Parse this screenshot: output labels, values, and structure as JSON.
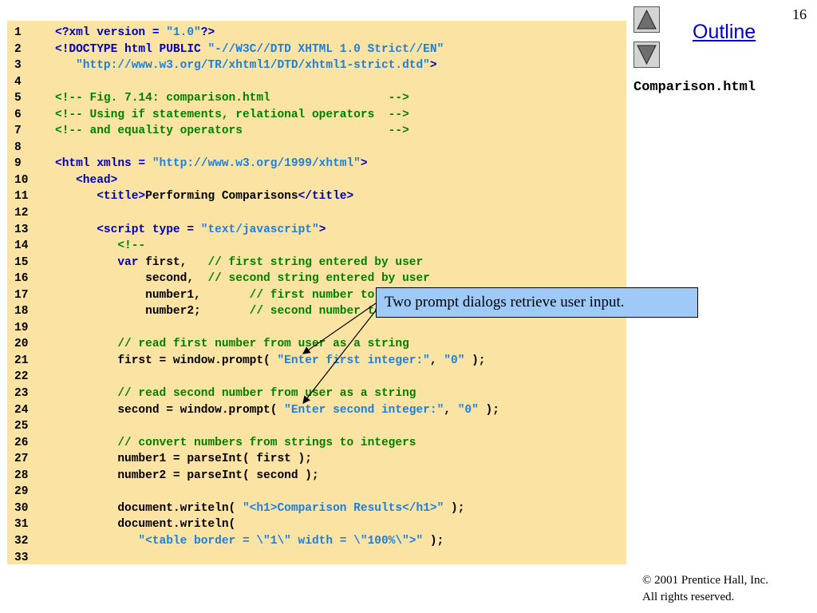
{
  "slide_number": "16",
  "navigation": {
    "outline_label": "Outline",
    "up_icon": "triangle-up-icon",
    "down_icon": "triangle-down-icon"
  },
  "file_name": "Comparison.html",
  "callout_text": "Two prompt dialogs retrieve user input.",
  "copyright": {
    "line1": "© 2001 Prentice Hall, Inc.",
    "line2": "All rights reserved."
  },
  "colors": {
    "panel_bg": "#fbe3a4",
    "keyword": "#0000b4",
    "string": "#1c7fdc",
    "comment": "#008000",
    "callout_bg": "#9fc9f7"
  },
  "code": [
    {
      "n": "1",
      "tokens": [
        [
          "k",
          "<?xml version = "
        ],
        [
          "s",
          "\"1.0\""
        ],
        [
          "k",
          "?>"
        ]
      ]
    },
    {
      "n": "2",
      "tokens": [
        [
          "k",
          "<!DOCTYPE html PUBLIC "
        ],
        [
          "s",
          "\"-//W3C//DTD XHTML 1.0 Strict//EN\""
        ]
      ]
    },
    {
      "n": "3",
      "tokens": [
        [
          "p",
          "   "
        ],
        [
          "s",
          "\"http://www.w3.org/TR/xhtml1/DTD/xhtml1-strict.dtd\""
        ],
        [
          "k",
          ">"
        ]
      ]
    },
    {
      "n": "4",
      "tokens": []
    },
    {
      "n": "5",
      "tokens": [
        [
          "c",
          "<!-- Fig. 7.14: comparison.html                 -->"
        ]
      ]
    },
    {
      "n": "6",
      "tokens": [
        [
          "c",
          "<!-- Using if statements, relational operators  -->"
        ]
      ]
    },
    {
      "n": "7",
      "tokens": [
        [
          "c",
          "<!-- and equality operators                     -->"
        ]
      ]
    },
    {
      "n": "8",
      "tokens": []
    },
    {
      "n": "9",
      "tokens": [
        [
          "k",
          "<html xmlns = "
        ],
        [
          "s",
          "\"http://www.w3.org/1999/xhtml\""
        ],
        [
          "k",
          ">"
        ]
      ]
    },
    {
      "n": "10",
      "tokens": [
        [
          "p",
          "   "
        ],
        [
          "k",
          "<head>"
        ]
      ]
    },
    {
      "n": "11",
      "tokens": [
        [
          "p",
          "      "
        ],
        [
          "k",
          "<title>"
        ],
        [
          "p",
          "Performing Comparisons"
        ],
        [
          "k",
          "</title>"
        ]
      ]
    },
    {
      "n": "12",
      "tokens": []
    },
    {
      "n": "13",
      "tokens": [
        [
          "p",
          "      "
        ],
        [
          "k",
          "<script type = "
        ],
        [
          "s",
          "\"text/javascript\""
        ],
        [
          "k",
          ">"
        ]
      ]
    },
    {
      "n": "14",
      "tokens": [
        [
          "p",
          "         "
        ],
        [
          "c",
          "<!--"
        ]
      ]
    },
    {
      "n": "15",
      "tokens": [
        [
          "p",
          "         "
        ],
        [
          "k",
          "var"
        ],
        [
          "p",
          " first,   "
        ],
        [
          "c",
          "// first string entered by user"
        ]
      ]
    },
    {
      "n": "16",
      "tokens": [
        [
          "p",
          "             second,  "
        ],
        [
          "c",
          "// second string entered by user"
        ]
      ]
    },
    {
      "n": "17",
      "tokens": [
        [
          "p",
          "             number1,       "
        ],
        [
          "c",
          "// first number to compare"
        ]
      ]
    },
    {
      "n": "18",
      "tokens": [
        [
          "p",
          "             number2;       "
        ],
        [
          "c",
          "// second number to compare"
        ]
      ]
    },
    {
      "n": "19",
      "tokens": []
    },
    {
      "n": "20",
      "tokens": [
        [
          "p",
          "         "
        ],
        [
          "c",
          "// read first number from user as a string"
        ]
      ]
    },
    {
      "n": "21",
      "tokens": [
        [
          "p",
          "         first = window.prompt( "
        ],
        [
          "s",
          "\"Enter first integer:\""
        ],
        [
          "p",
          ", "
        ],
        [
          "s",
          "\"0\""
        ],
        [
          "p",
          " );"
        ]
      ]
    },
    {
      "n": "22",
      "tokens": []
    },
    {
      "n": "23",
      "tokens": [
        [
          "p",
          "         "
        ],
        [
          "c",
          "// read second number from user as a string"
        ]
      ]
    },
    {
      "n": "24",
      "tokens": [
        [
          "p",
          "         second = window.prompt( "
        ],
        [
          "s",
          "\"Enter second integer:\""
        ],
        [
          "p",
          ", "
        ],
        [
          "s",
          "\"0\""
        ],
        [
          "p",
          " );"
        ]
      ]
    },
    {
      "n": "25",
      "tokens": []
    },
    {
      "n": "26",
      "tokens": [
        [
          "p",
          "         "
        ],
        [
          "c",
          "// convert numbers from strings to integers"
        ]
      ]
    },
    {
      "n": "27",
      "tokens": [
        [
          "p",
          "         number1 = parseInt( first );"
        ]
      ]
    },
    {
      "n": "28",
      "tokens": [
        [
          "p",
          "         number2 = parseInt( second );"
        ]
      ]
    },
    {
      "n": "29",
      "tokens": []
    },
    {
      "n": "30",
      "tokens": [
        [
          "p",
          "         document.writeln( "
        ],
        [
          "s",
          "\"<h1>Comparison Results</h1>\""
        ],
        [
          "p",
          " );"
        ]
      ]
    },
    {
      "n": "31",
      "tokens": [
        [
          "p",
          "         document.writeln("
        ]
      ]
    },
    {
      "n": "32",
      "tokens": [
        [
          "p",
          "            "
        ],
        [
          "s",
          "\"<table border = \\\"1\\\" width = \\\"100%\\\">\""
        ],
        [
          "p",
          " );"
        ]
      ]
    },
    {
      "n": "33",
      "tokens": []
    }
  ]
}
